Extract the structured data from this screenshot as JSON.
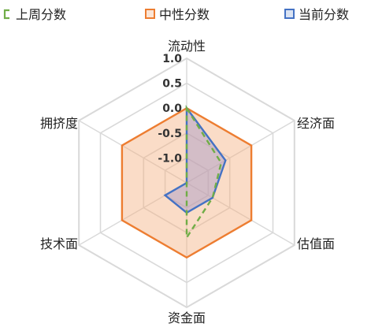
{
  "chart_data": {
    "type": "radar",
    "axes": [
      "流动性",
      "经济面",
      "估值面",
      "资金面",
      "技术面",
      "拥挤度"
    ],
    "range": [
      -1.5,
      1.0
    ],
    "ticks": [
      1.0,
      0.5,
      0.0,
      -0.5,
      -1.0
    ],
    "tick_labels": [
      "1.0",
      "0.5",
      "0.0",
      "-0.5",
      "-1.0"
    ],
    "legend_position": "top",
    "series": [
      {
        "name": "上周分数",
        "values": [
          0.0,
          -0.7,
          -0.9,
          -0.4,
          -1.5,
          -1.5
        ],
        "style": "dashed-line",
        "color": "#70AD47"
      },
      {
        "name": "中性分数",
        "values": [
          0.0,
          0.0,
          0.0,
          0.0,
          0.0,
          0.0
        ],
        "style": "filled",
        "color": "#ED7D31"
      },
      {
        "name": "当前分数",
        "values": [
          0.0,
          -0.6,
          -0.9,
          -0.9,
          -1.0,
          -1.5
        ],
        "style": "filled",
        "color": "#4472C4"
      }
    ]
  }
}
